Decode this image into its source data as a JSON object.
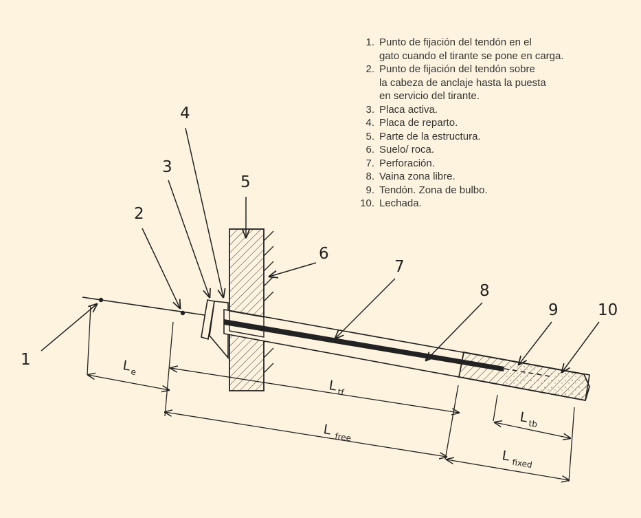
{
  "legend": {
    "items": [
      {
        "num": "1.",
        "text": "Punto de fijación del tendón en el\ngato cuando el tirante se pone en carga."
      },
      {
        "num": "2.",
        "text": "Punto de fijación del tendón sobre\nla cabeza de anclaje hasta la puesta\nen servicio del tirante."
      },
      {
        "num": "3.",
        "text": "Placa activa."
      },
      {
        "num": "4.",
        "text": "Placa de reparto."
      },
      {
        "num": "5.",
        "text": "Parte de la estructura."
      },
      {
        "num": "6.",
        "text": "Suelo/ roca."
      },
      {
        "num": "7.",
        "text": "Perforación."
      },
      {
        "num": "8.",
        "text": "Vaina zona libre."
      },
      {
        "num": "9.",
        "text": "Tendón. Zona de bulbo."
      },
      {
        "num": "10.",
        "text": "Lechada."
      }
    ]
  },
  "callouts": {
    "n1": "1",
    "n2": "2",
    "n3": "3",
    "n4": "4",
    "n5": "5",
    "n6": "6",
    "n7": "7",
    "n8": "8",
    "n9": "9",
    "n10": "10"
  },
  "dimensions": {
    "le": {
      "main": "L",
      "sub": "e"
    },
    "ltf": {
      "main": "L",
      "sub": "tf"
    },
    "lfree": {
      "main": "L",
      "sub": "free"
    },
    "ltb": {
      "main": "L",
      "sub": "tb"
    },
    "lfixed": {
      "main": "L",
      "sub": "fixed"
    }
  },
  "colors": {
    "background": "#fdf3de",
    "ink": "#2a2a2a"
  }
}
